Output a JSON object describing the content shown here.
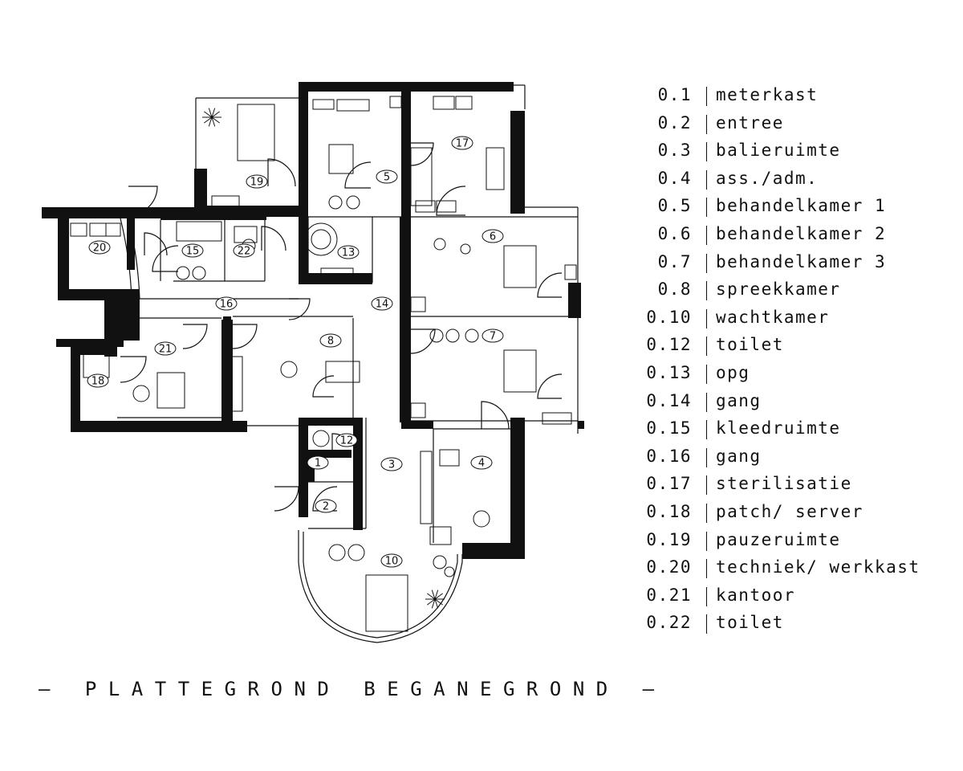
{
  "title": "— PLATTEGROND BEGANEGROND —",
  "colors": {
    "ink": "#111111",
    "background": "#ffffff"
  },
  "rooms": [
    {
      "id": "1",
      "label": "1"
    },
    {
      "id": "2",
      "label": "2"
    },
    {
      "id": "3",
      "label": "3"
    },
    {
      "id": "4",
      "label": "4"
    },
    {
      "id": "5",
      "label": "5"
    },
    {
      "id": "6",
      "label": "6"
    },
    {
      "id": "7",
      "label": "7"
    },
    {
      "id": "8",
      "label": "8"
    },
    {
      "id": "10",
      "label": "10"
    },
    {
      "id": "12",
      "label": "12"
    },
    {
      "id": "13",
      "label": "13"
    },
    {
      "id": "14",
      "label": "14"
    },
    {
      "id": "15",
      "label": "15"
    },
    {
      "id": "16",
      "label": "16"
    },
    {
      "id": "17",
      "label": "17"
    },
    {
      "id": "18",
      "label": "18"
    },
    {
      "id": "19",
      "label": "19"
    },
    {
      "id": "20",
      "label": "20"
    },
    {
      "id": "21",
      "label": "21"
    },
    {
      "id": "22",
      "label": "22"
    }
  ],
  "legend": [
    {
      "num": "0.1",
      "name": "meterkast"
    },
    {
      "num": "0.2",
      "name": "entree"
    },
    {
      "num": "0.3",
      "name": "balieruimte"
    },
    {
      "num": "0.4",
      "name": "ass./adm."
    },
    {
      "num": "0.5",
      "name": "behandelkamer 1"
    },
    {
      "num": "0.6",
      "name": "behandelkamer 2"
    },
    {
      "num": "0.7",
      "name": "behandelkamer 3"
    },
    {
      "num": "0.8",
      "name": "spreekkamer"
    },
    {
      "num": "0.10",
      "name": "wachtkamer"
    },
    {
      "num": "0.12",
      "name": "toilet"
    },
    {
      "num": "0.13",
      "name": "opg"
    },
    {
      "num": "0.14",
      "name": "gang"
    },
    {
      "num": "0.15",
      "name": "kleedruimte"
    },
    {
      "num": "0.16",
      "name": "gang"
    },
    {
      "num": "0.17",
      "name": "sterilisatie"
    },
    {
      "num": "0.18",
      "name": "patch/ server"
    },
    {
      "num": "0.19",
      "name": "pauzeruimte"
    },
    {
      "num": "0.20",
      "name": "techniek/ werkkast"
    },
    {
      "num": "0.21",
      "name": "kantoor"
    },
    {
      "num": "0.22",
      "name": "toilet"
    }
  ]
}
